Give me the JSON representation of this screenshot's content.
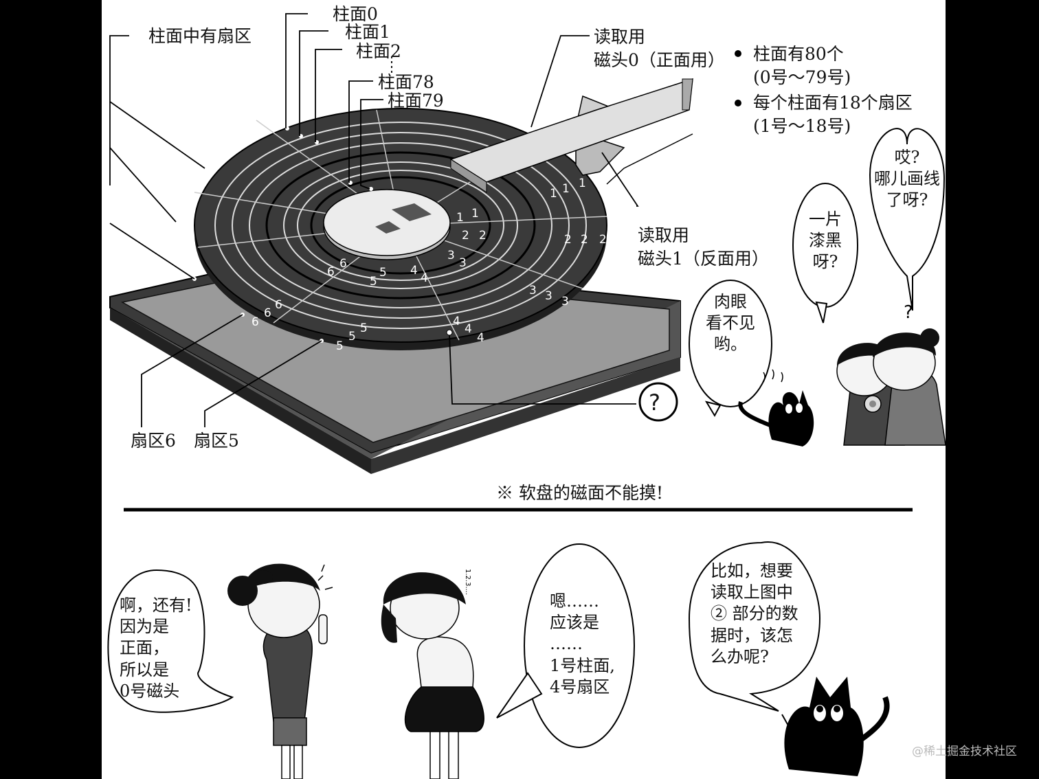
{
  "labels": {
    "cylinder_has_sectors": "柱面中有扇区",
    "cylinder0": "柱面0",
    "cylinder1": "柱面1",
    "cylinder2": "柱面2",
    "cylinder78": "柱面78",
    "cylinder79": "柱面79",
    "head0_line1": "读取用",
    "head0_line2": "磁头0（正面用）",
    "head1_line1": "读取用",
    "head1_line2": "磁头1（反面用）",
    "bullet1_line1": "柱面有80个",
    "bullet1_line2": "(0号～79号)",
    "bullet2_line1": "每个柱面有18个扇区",
    "bullet2_line2": "(1号～18号)",
    "sector6": "扇区6",
    "sector5": "扇区5",
    "question_mark": "?",
    "note": "※ 软盘的磁面不能摸!"
  },
  "sector_numbers": {
    "one": "1",
    "two": "2",
    "three": "3",
    "four": "4",
    "five": "5",
    "six": "6"
  },
  "bubbles": {
    "b1": [
      "哎?",
      "哪儿画线",
      "了呀?"
    ],
    "b2": [
      "一片",
      "漆黑",
      "呀?"
    ],
    "b3": [
      "肉眼",
      "看不见",
      "哟。"
    ],
    "b4": [
      "啊，还有!",
      "因为是",
      "正面，",
      "所以是",
      "0号磁头"
    ],
    "b5": [
      "嗯……",
      "应该是",
      "……",
      "1号柱面,",
      "4号扇区"
    ],
    "b6": [
      "比如，想要",
      "读取上图中",
      "② 部分的数",
      "据时，该怎",
      "么办呢?"
    ]
  },
  "count_marks": "1.2.3....",
  "watermark": "@稀土掘金技术社区"
}
